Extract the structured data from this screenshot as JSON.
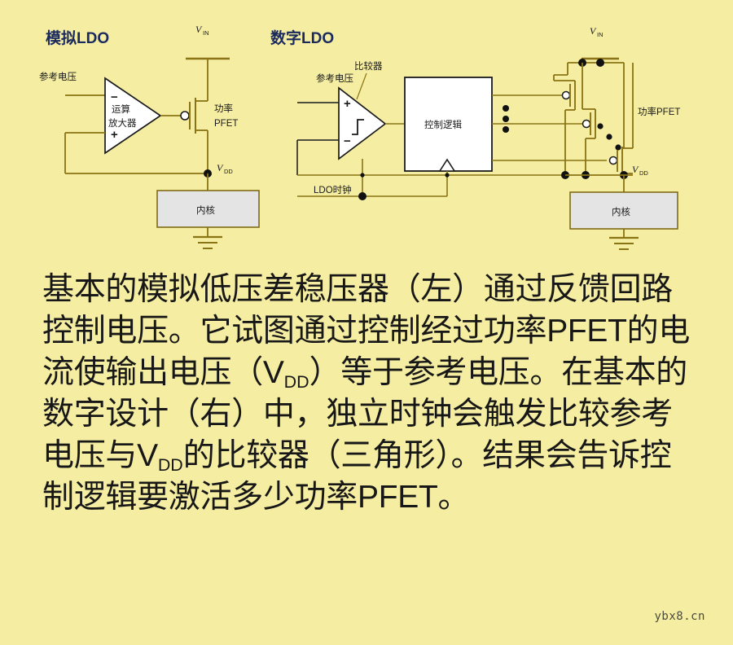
{
  "background_color": "#f5eda2",
  "figure": {
    "analog": {
      "title": "模拟LDO",
      "title_color": "#1b2a5e",
      "vin_label": "V",
      "vin_sub": "IN",
      "vdd_label": "V",
      "vdd_sub": "DD",
      "ref_voltage_label": "参考电压",
      "opamp_line1": "运算",
      "opamp_line2": "放大器",
      "opamp_minus": "−",
      "opamp_plus": "+",
      "pfet_line1": "功率",
      "pfet_line2": "PFET",
      "core_label": "内核"
    },
    "digital": {
      "title": "数字LDO",
      "title_color": "#1b2a5e",
      "vin_label": "V",
      "vin_sub": "IN",
      "vdd_label": "V",
      "vdd_sub": "DD",
      "ref_voltage_label": "参考电压",
      "comparator_label": "比较器",
      "comparator_plus": "+",
      "comparator_minus": "−",
      "control_logic_label": "控制逻辑",
      "clock_label": "LDO时钟",
      "power_pfet_label": "功率PFET",
      "core_label": "内核"
    },
    "colors": {
      "wire": "#8a7415",
      "box_border_dark": "#1a1a1a",
      "core_fill": "#e4e4e4",
      "core_border": "#7e6b14",
      "node_dot": "#111111",
      "white_fill": "#ffffff"
    }
  },
  "caption": {
    "text_before_sub1": "基本的模拟低压差稳压器（左）通过反馈回路控制电压。它试图通过控制经过功率PFET的电流使输出电压（V",
    "sub1": "DD",
    "text_between": "）等于参考电压。在基本的数字设计（右）中，独立时钟会触发比较参考电压与V",
    "sub2": "DD",
    "text_after_sub2": "的比较器（三角形）。结果会告诉控制逻辑要激活多少功率PFET。"
  },
  "watermark": {
    "text": "ybx8.cn"
  }
}
